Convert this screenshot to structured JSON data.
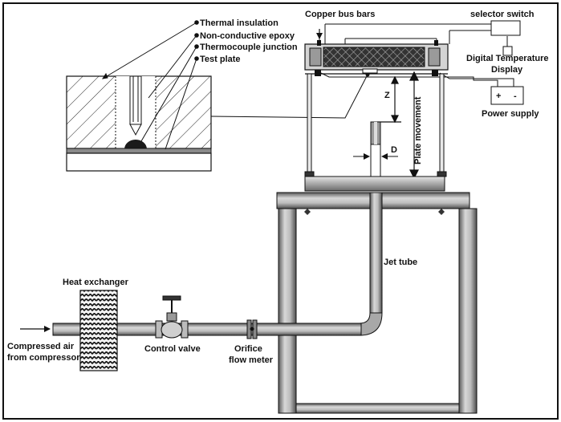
{
  "labels": {
    "thermal_insulation": "Thermal insulation",
    "non_conductive_epoxy": "Non-conductive epoxy",
    "thermocouple_junction": "Thermocouple junction",
    "test_plate": "Test plate",
    "copper_bus_bars": "Copper bus bars",
    "selector_switch": "selector switch",
    "digital_temperature": "Digital Temperature",
    "display": "Display",
    "power_supply": "Power supply",
    "z": "Z",
    "d": "D",
    "plate_movement": "Plate movement",
    "jet_tube": "Jet tube",
    "heat_exchanger": "Heat exchanger",
    "compressed_air_line1": "Compressed air",
    "compressed_air_line2": "from compressor",
    "control_valve": "Control valve",
    "orifice_line1": "Orifice",
    "orifice_line2": "flow meter",
    "plus": "+",
    "minus": "-"
  },
  "colors": {
    "frame": "#8c8c8c",
    "frame_light": "#c8c8c8",
    "frame_dark": "#4a4a4a",
    "line": "#111111"
  }
}
